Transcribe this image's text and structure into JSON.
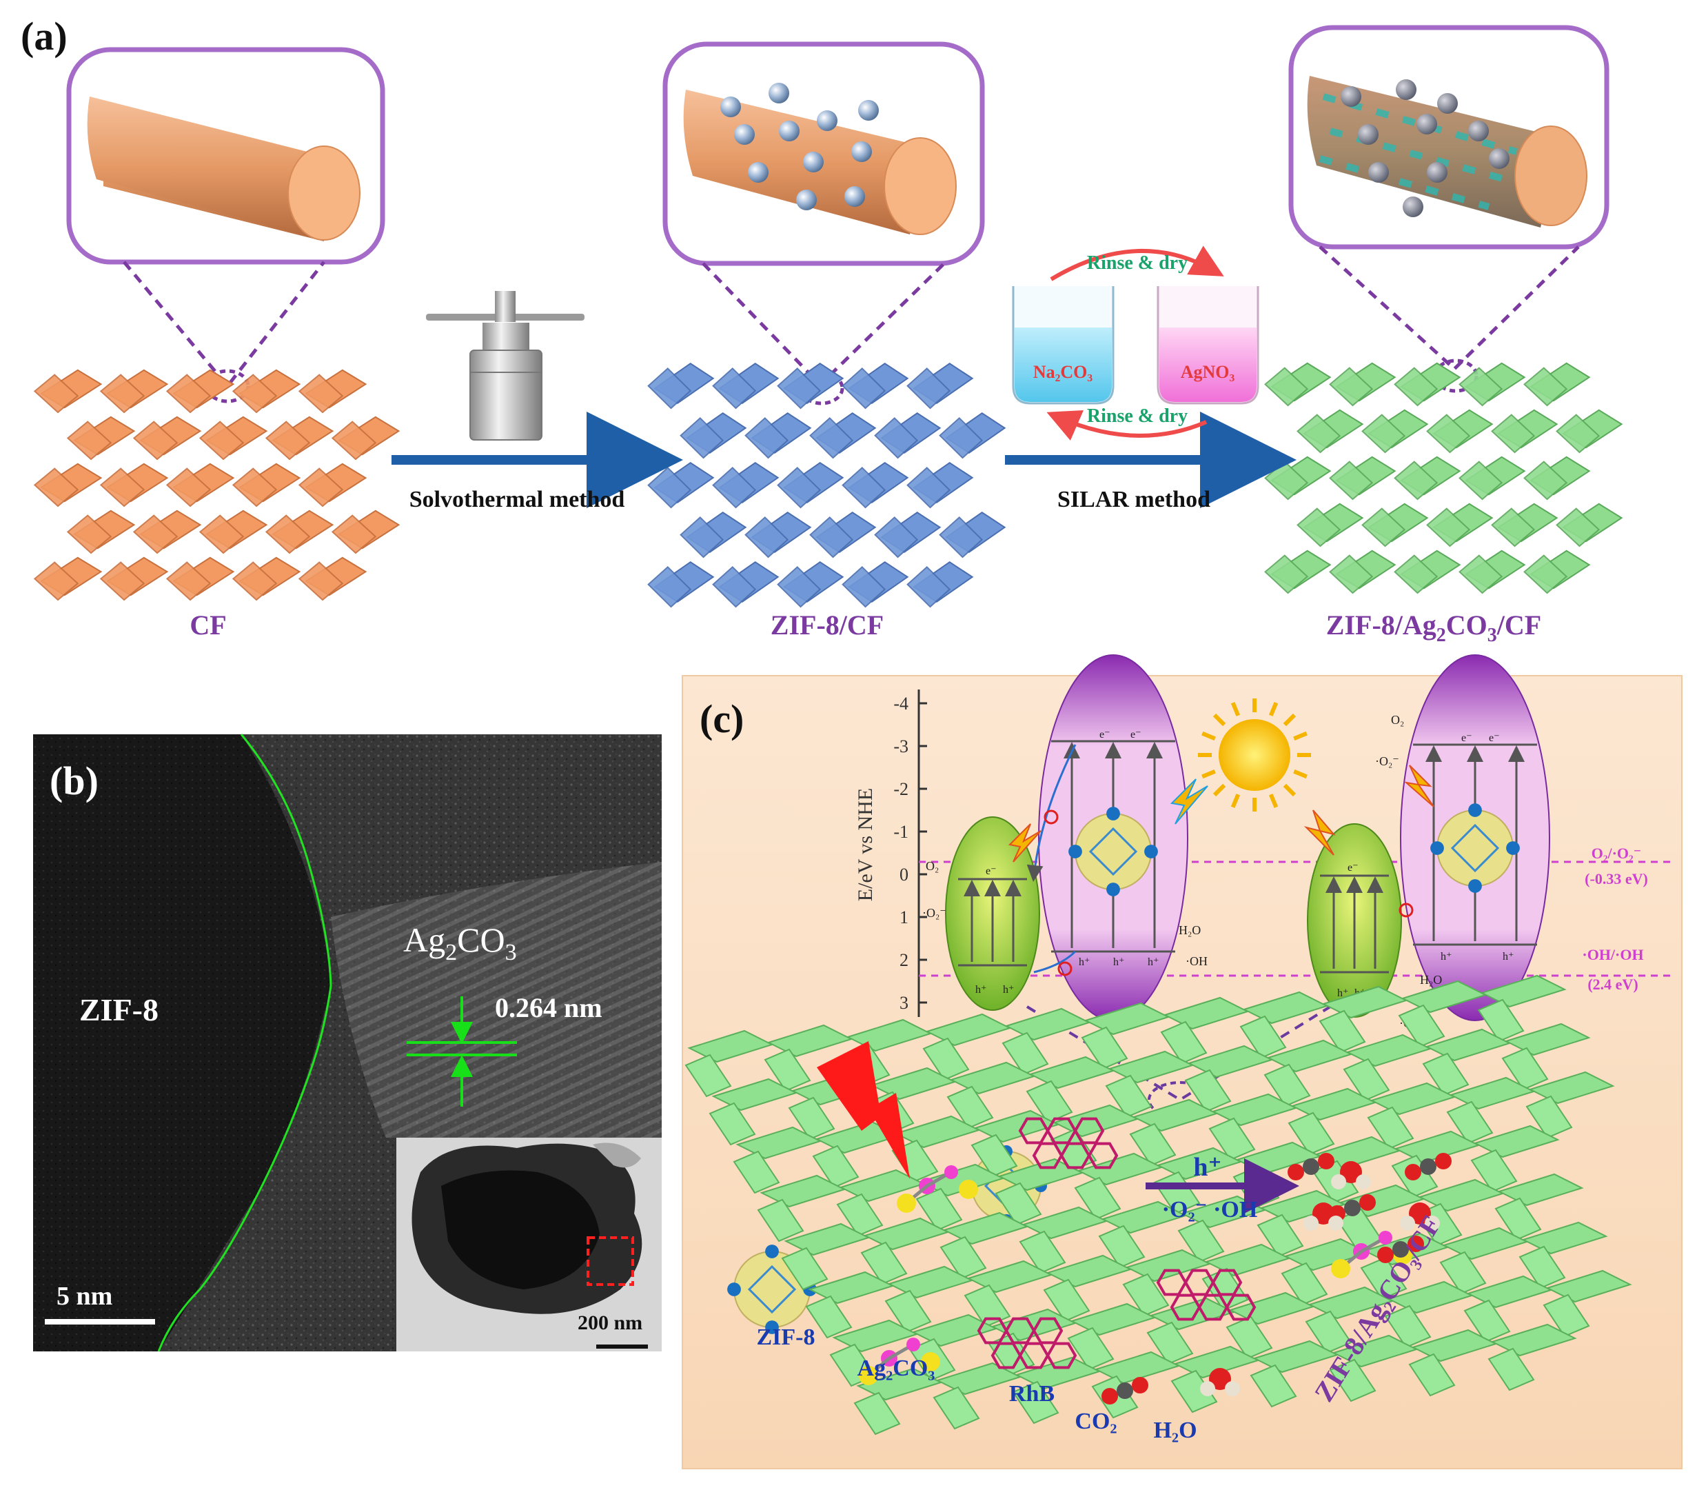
{
  "panel_a": {
    "label": "(a)",
    "step1": "Solvothermal method",
    "step2": "SILAR method",
    "rinse_top": "Rinse & dry",
    "rinse_bottom": "Rinse & dry",
    "beaker1": "Na₂CO₃",
    "beaker2": "AgNO₃",
    "sample1": "CF",
    "sample2": "ZIF-8/CF",
    "sample3_pre": "ZIF-8/Ag",
    "sample3_sub1": "2",
    "sample3_mid": "CO",
    "sample3_sub2": "3",
    "sample3_post": "/CF"
  },
  "panel_b": {
    "label": "(b)",
    "zif": "ZIF-8",
    "ag_pre": "Ag",
    "ag_sub1": "2",
    "ag_mid": "CO",
    "ag_sub2": "3",
    "lattice": "0.264 nm",
    "scale_main": "5 nm",
    "scale_inset": "200 nm"
  },
  "panel_c": {
    "label": "(c)",
    "y_axis_label": "E/eV vs NHE",
    "ticks": [
      "-4",
      "-3",
      "-2",
      "-1",
      "0",
      "1",
      "2",
      "3"
    ],
    "o2_line_1": "O₂/·O₂⁻",
    "o2_line_2": "(-0.33 eV)",
    "oh_line_1": "·OH/·OH",
    "oh_line_2": "(2.4 eV)",
    "h_plus": "h⁺",
    "radicals": "·O₂⁻ ·OH",
    "lbl_zif": "ZIF-8",
    "lbl_ag": "Ag₂CO₃",
    "lbl_rhb": "RhB",
    "lbl_co2": "CO₂",
    "lbl_h2o": "H₂O",
    "lbl_composite": "ZIF-8/Ag₂CO₃/CF",
    "o2": "O₂",
    "o2_minus": "·O₂⁻",
    "h2o": "H₂O",
    "oh_minus": "·OH",
    "e_minus": "e⁻",
    "h_hole": "h⁺"
  },
  "colors": {
    "copper": "#f0a06a",
    "zif_blue": "#6f95d8",
    "composite_green": "#8fdc8f",
    "frame_purple": "#a56bc8",
    "label_purple": "#7b3aa0",
    "arrow_blue": "#1f5fa8",
    "dashed_magenta": "#d040d0",
    "panel_c_bg": "#fbe3c8"
  }
}
